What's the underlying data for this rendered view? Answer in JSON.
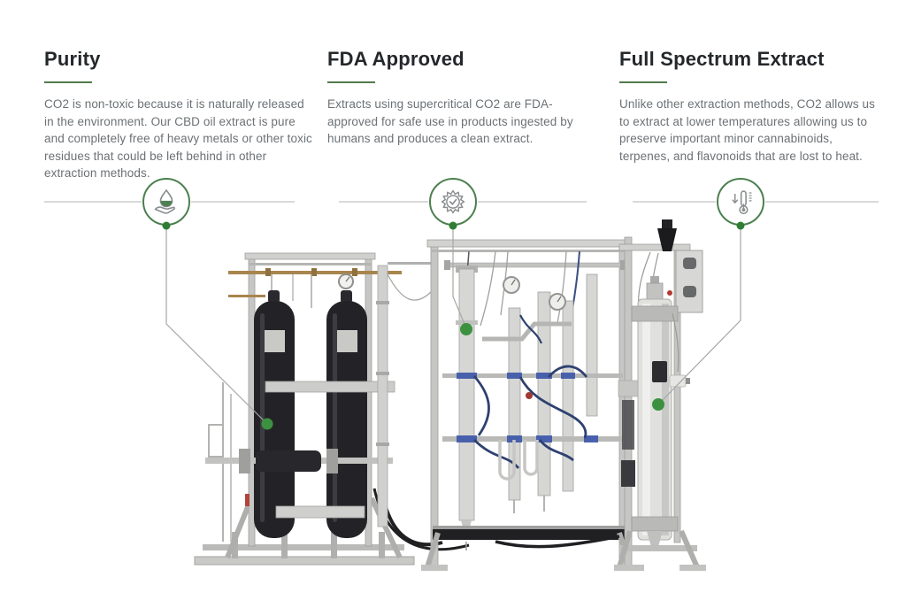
{
  "page": {
    "background": "#ffffff"
  },
  "features": [
    {
      "title": "Purity",
      "description": "CO2 is non-toxic because it is naturally released in the environment. Our CBD oil extract is pure and completely free of heavy metals or other toxic residues that could be left behind in other extraction methods.",
      "icon": "drop-in-hand"
    },
    {
      "title": "FDA Approved",
      "description": "Extracts using supercritical CO2 are FDA-approved for safe use in products ingested by humans and produces a clean extract.",
      "icon": "certified-badge-check"
    },
    {
      "title": "Full Spectrum Extract",
      "description": "Unlike other extraction methods, CO2 allows us to extract at lower temperatures allowing us to preserve important minor cannabinoids, terpenes, and flavonoids that are lost to heat.",
      "icon": "low-temperature-thermometer"
    }
  ],
  "colors": {
    "accent_green": "#4c8050",
    "underline_green": "#527a4e",
    "small_dot_green": "#2e7d33",
    "target_dot_green": "#3c9141",
    "heading_text": "#24282b",
    "body_text": "#6c7175",
    "hairline_gray": "#c0c3c0",
    "connector_gray": "#a5a8a5",
    "icon_stroke_gray": "#8b8e90"
  },
  "illustration": {
    "subject": "Supercritical CO2 extraction machine"
  }
}
